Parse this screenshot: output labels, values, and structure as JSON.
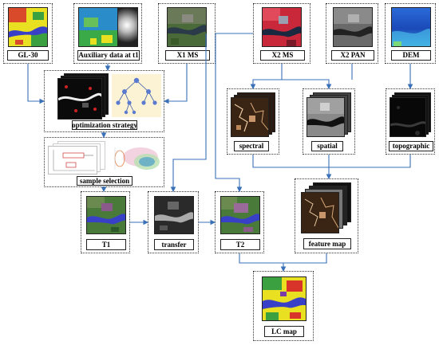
{
  "nodes": {
    "gl30": {
      "label": "GL-30"
    },
    "aux": {
      "label": "Auxiliary data at t1"
    },
    "x1ms": {
      "label": "X1 MS"
    },
    "x2ms": {
      "label": "X2 MS"
    },
    "x2pan": {
      "label": "X2 PAN"
    },
    "dem": {
      "label": "DEM"
    },
    "optimization": {
      "label": "optimization strategy"
    },
    "sample": {
      "label": "sample selection"
    },
    "spectral": {
      "label": "spectral"
    },
    "spatial": {
      "label": "spatial"
    },
    "topographic": {
      "label": "topographic"
    },
    "t1": {
      "label": "T1"
    },
    "transfer": {
      "label": "transfer"
    },
    "t2": {
      "label": "T2"
    },
    "feature": {
      "label": "feature map"
    },
    "lcmap": {
      "label": "LC map"
    }
  },
  "colors": {
    "arrow": "#3a70b8",
    "satellite_green": "#4a6a3a",
    "false_color_red": "#c8283a",
    "lc_yellow": "#e8e020",
    "lc_blue": "#3840c8",
    "dem_blue": "#2a6ad8"
  }
}
